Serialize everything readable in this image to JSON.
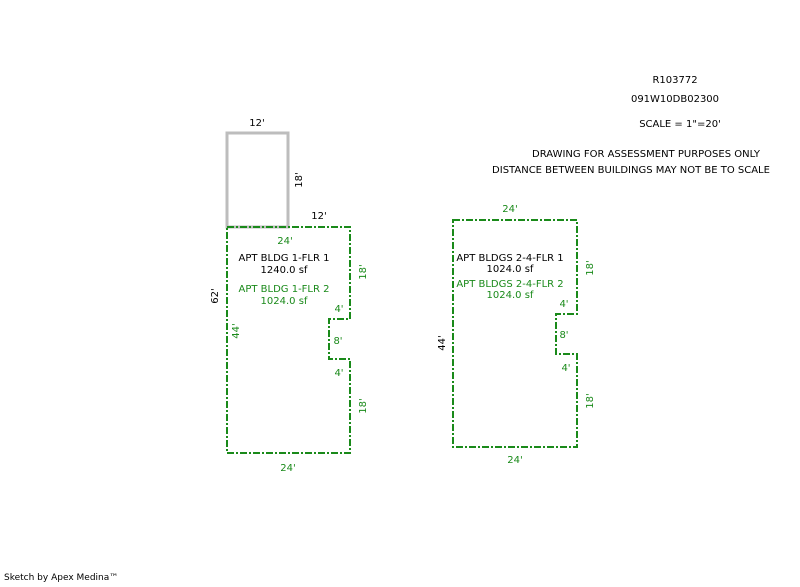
{
  "header": {
    "parcel_id": "R103772",
    "parcel_number": "091W10DB02300",
    "scale": "SCALE = 1\"=20'",
    "note_line1": "DRAWING FOR ASSESSMENT PURPOSES ONLY",
    "note_line2": "DISTANCE BETWEEN BUILDINGS MAY NOT BE TO SCALE"
  },
  "building_a": {
    "floor1_label": "APT BLDG 1-FLR 1",
    "floor1_area": "1240.0 sf",
    "floor2_label": "APT BLDG 1-FLR 2",
    "floor2_area": "1024.0 sf",
    "addition": {
      "top": "12'",
      "side": "18'",
      "right_ext": "12'"
    },
    "dims": {
      "top": "24'",
      "bottom": "24'",
      "left": "44'",
      "overall": "62'",
      "right_upper": "18'",
      "notch_top": "4'",
      "notch_depth": "8'",
      "notch_bottom": "4'",
      "right_lower": "18'"
    }
  },
  "building_b": {
    "floor1_label": "APT BLDGS 2-4-FLR 1",
    "floor1_area": "1024.0 sf",
    "floor2_label": "APT BLDGS 2-4-FLR 2",
    "floor2_area": "1024.0 sf",
    "dims": {
      "top": "24'",
      "bottom": "24'",
      "left": "44'",
      "right_upper": "18'",
      "notch_top": "4'",
      "notch_depth": "8'",
      "notch_bottom": "4'",
      "right_lower": "18'"
    }
  },
  "footer": {
    "credit": "Sketch by Apex Medina™"
  },
  "colors": {
    "living_area": "#1a8a1a",
    "addition": "#bdbdbd",
    "text": "#000000"
  }
}
